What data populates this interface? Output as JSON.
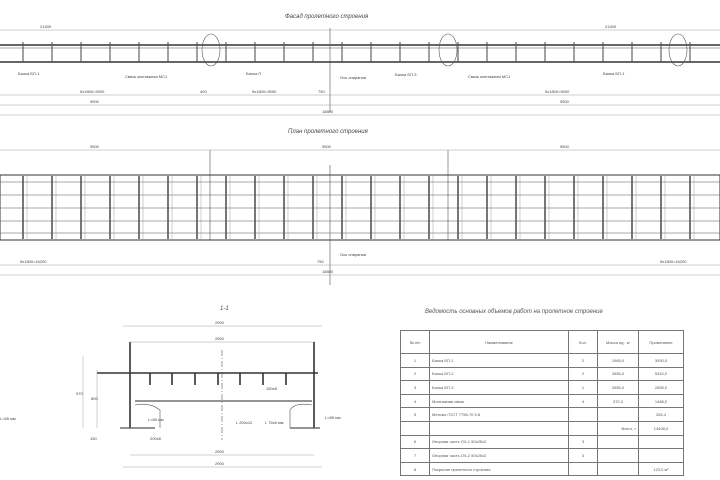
{
  "elevation": {
    "title": "Фасад пролетного строения",
    "dims": {
      "left_total": "21400",
      "right_total": "21400",
      "left_spacing": "5x1800=9000",
      "mid_spacing": "5x1800=9000",
      "right_spacing": "5x1800=9000",
      "left_span": "9500",
      "right_span": "9500",
      "gap1": "400",
      "gap2": "750",
      "overall": "18800"
    },
    "labels": [
      "Балка БП-1",
      "Связь монтажная МС1",
      "Балка П",
      "Ось опирания",
      "Балка БП-3",
      "Связь монтажная МС1",
      "Балка БП-1"
    ]
  },
  "plan": {
    "title": "План пролетного строения",
    "dims": {
      "left": "9500",
      "mid": "9500",
      "right": "9500",
      "left_bottom": "9x1800=16200",
      "right_bottom": "9x1800=16200",
      "gap": "750",
      "overall": "18800"
    },
    "label": "Ось опирания"
  },
  "section": {
    "title": "1-1",
    "dims": {
      "top_total": "2900",
      "top_inner": "2500",
      "bottom_inner": "2500",
      "bottom_total": "2900",
      "height_total": "970",
      "height_inner": "800",
      "edge": "150"
    },
    "labels": [
      "L=85 мм",
      "200x8",
      "L=85 мм",
      "L 200x12",
      "L 75x6 мм",
      "150x8",
      "L=85 мм"
    ]
  },
  "table": {
    "title": "Ведомость основных объемов работ на пролетное строение",
    "headers": [
      "№ п/п",
      "Наименование",
      "Кол.",
      "Масса ед., кг",
      "Примечание"
    ],
    "rows": [
      [
        "1",
        "Балка БП-1",
        "2",
        "1965,0",
        "3930,0"
      ],
      [
        "2",
        "Балка БП-2",
        "2",
        "2655,0",
        "5310,0"
      ],
      [
        "3",
        "Балка БП-3",
        "1",
        "2655,0",
        "2655,0"
      ],
      [
        "4",
        "Монтажная связь",
        "4",
        "372,0",
        "1488,0"
      ],
      [
        "5",
        "Метизы ГОСТ 7798-70 5.8",
        "",
        "",
        "326,4"
      ],
      [
        "",
        "",
        "",
        "Всего, т",
        "14408,0"
      ],
      [
        "6",
        "Опорная часть ОЧ-1 50х25х2",
        "3",
        "",
        ""
      ],
      [
        "7",
        "Опорная часть ОЧ-2 50х25х2",
        "3",
        "",
        ""
      ],
      [
        "8",
        "Покрытие пролетного строения",
        "",
        "",
        "123,0 м²"
      ]
    ]
  }
}
